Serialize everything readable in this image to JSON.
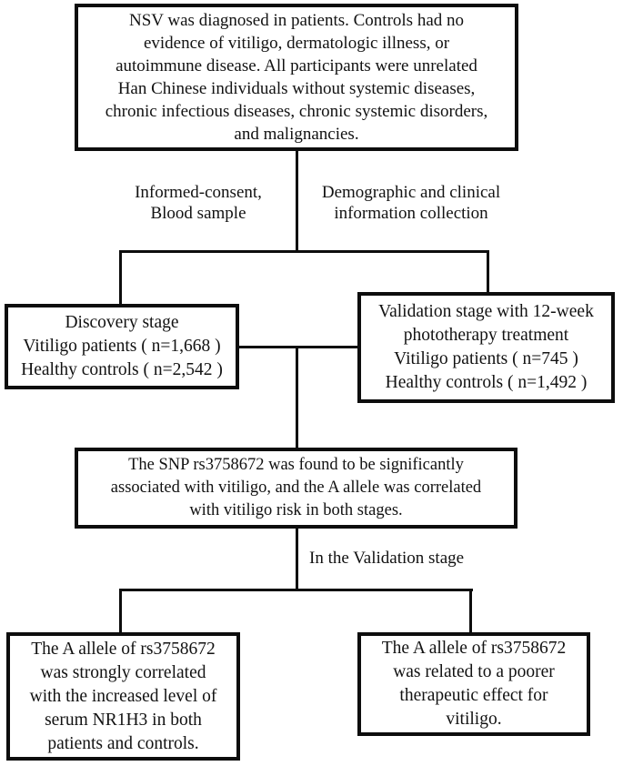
{
  "figure": {
    "background_color": "#ffffff",
    "line_color": "#0d0d0d",
    "text_color": "#121212"
  },
  "boxes": {
    "criteria": {
      "lines": [
        "NSV was diagnosed in patients. Controls had no",
        "evidence of vitiligo, dermatologic illness, or",
        "autoimmune disease. All participants were unrelated",
        "Han Chinese individuals without systemic diseases,",
        "chronic infectious diseases, chronic systemic disorders,",
        "and malignancies."
      ]
    },
    "discovery": {
      "lines": [
        "Discovery stage",
        "Vitiligo patients ( n=1,668 )",
        "Healthy controls ( n=2,542 )"
      ]
    },
    "validation": {
      "lines": [
        "Validation stage with 12-week",
        "phototherapy treatment",
        "Vitiligo patients ( n=745 )",
        "Healthy controls ( n=1,492 )"
      ]
    },
    "snp_finding": {
      "lines": [
        "The SNP rs3758672 was found to be significantly",
        "associated with vitiligo, and the A allele was correlated",
        "with vitiligo risk in both stages."
      ]
    },
    "nr1h3_finding": {
      "lines": [
        "The A allele of rs3758672",
        "was strongly correlated",
        "with the increased level of",
        "serum NR1H3 in both",
        "patients and controls."
      ]
    },
    "therapy_finding": {
      "lines": [
        "The A allele of rs3758672",
        "was related to a poorer",
        "therapeutic effect for",
        "vitiligo."
      ]
    }
  },
  "edge_labels": {
    "consent": [
      "Informed-consent,",
      "Blood sample"
    ],
    "demographic": [
      "Demographic and clinical",
      "information collection"
    ],
    "validation_stage": "In the Validation stage"
  }
}
